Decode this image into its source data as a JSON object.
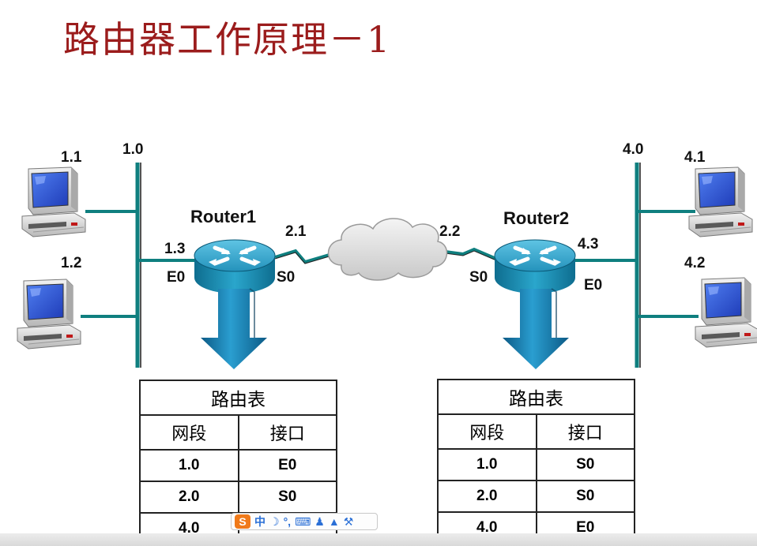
{
  "title": "路由器工作原理－1",
  "networks": {
    "left": "1.0",
    "middle_left": "2.1",
    "middle_right": "2.2",
    "right": "4.0"
  },
  "hosts": {
    "h1": "1.1",
    "h2": "1.2",
    "h3": "4.1",
    "h4": "4.2"
  },
  "router1": {
    "name": "Router1",
    "e0_addr": "1.3",
    "e0": "E0",
    "s0": "S0"
  },
  "router2": {
    "name": "Router2",
    "e0_addr": "4.3",
    "e0": "E0",
    "s0": "S0"
  },
  "table1": {
    "title": "路由表",
    "col_segment": "网段",
    "col_interface": "接口",
    "rows": [
      {
        "segment": "1.0",
        "interface": "E0"
      },
      {
        "segment": "2.0",
        "interface": "S0"
      },
      {
        "segment": "4.0",
        "interface": ""
      }
    ]
  },
  "table2": {
    "title": "路由表",
    "col_segment": "网段",
    "col_interface": "接口",
    "rows": [
      {
        "segment": "1.0",
        "interface": "S0"
      },
      {
        "segment": "2.0",
        "interface": "S0"
      },
      {
        "segment": "4.0",
        "interface": "E0"
      }
    ]
  },
  "ime_toolbar": {
    "logo": "S",
    "mode": "中",
    "items": [
      "moon-icon",
      "punctuation-icon",
      "keyboard-icon",
      "user-icon",
      "shirt-icon",
      "wrench-icon"
    ]
  },
  "colors": {
    "title": "#9b1c1c",
    "link": "#0f7f7f",
    "router": "#1e8fb5",
    "arrow": "#1a86b0",
    "screen": "#2d4fd0"
  }
}
